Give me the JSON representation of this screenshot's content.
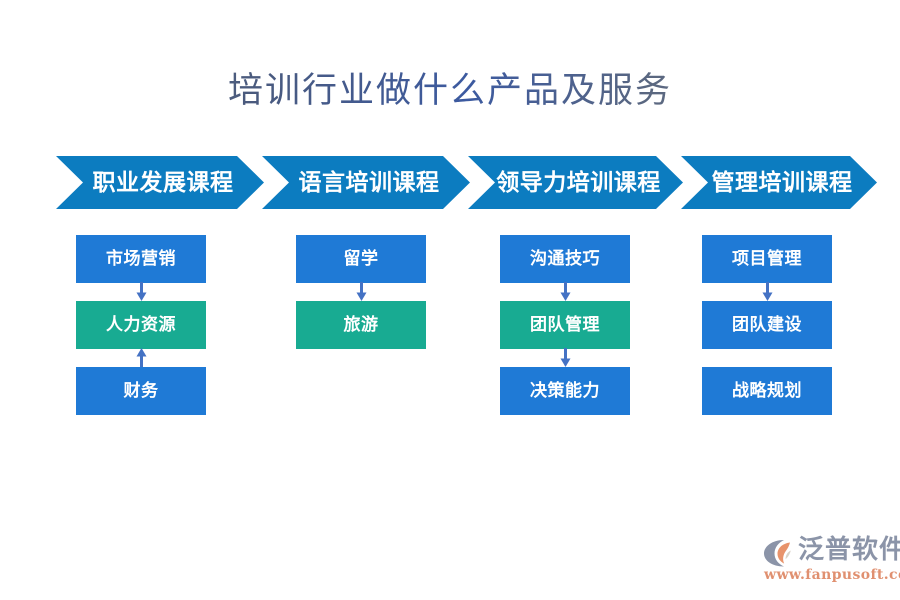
{
  "title": "培训行业做什么产品及服务",
  "colors": {
    "background": "#ffffff",
    "chevron_blue": "#0c7cc0",
    "box_blue": "#1f7ad6",
    "box_teal": "#18ab92",
    "arrow_blue": "#4472c4",
    "title_text": "#4a5a7d",
    "logo_wordmark": "#8b94a8",
    "logo_url": "#e09070",
    "logo_mark_primary": "#8b94a8",
    "logo_mark_accent": "#e8936b"
  },
  "chevrons": [
    {
      "label": "职业发展课程"
    },
    {
      "label": "语言培训课程"
    },
    {
      "label": "领导力培训课程"
    },
    {
      "label": "管理培训课程"
    }
  ],
  "columns": [
    {
      "heading": "职业发展课程",
      "nodes": [
        {
          "label": "市场营销",
          "color": "blue"
        },
        {
          "label": "人力资源",
          "color": "teal"
        },
        {
          "label": "财务",
          "color": "blue"
        }
      ],
      "connectors": [
        {
          "gap": 0,
          "direction": "down"
        },
        {
          "gap": 1,
          "direction": "up"
        }
      ]
    },
    {
      "heading": "语言培训课程",
      "nodes": [
        {
          "label": "留学",
          "color": "blue"
        },
        {
          "label": "旅游",
          "color": "teal"
        }
      ],
      "connectors": [
        {
          "gap": 0,
          "direction": "down"
        }
      ]
    },
    {
      "heading": "领导力培训课程",
      "nodes": [
        {
          "label": "沟通技巧",
          "color": "blue"
        },
        {
          "label": "团队管理",
          "color": "teal"
        },
        {
          "label": "决策能力",
          "color": "blue"
        }
      ],
      "connectors": [
        {
          "gap": 0,
          "direction": "down"
        },
        {
          "gap": 1,
          "direction": "down"
        }
      ]
    },
    {
      "heading": "管理培训课程",
      "nodes": [
        {
          "label": "项目管理",
          "color": "blue"
        },
        {
          "label": "团队建设",
          "color": "blue"
        },
        {
          "label": "战略规划",
          "color": "blue"
        }
      ],
      "connectors": [
        {
          "gap": 0,
          "direction": "down"
        }
      ]
    }
  ],
  "logo": {
    "mark": "fanpu-swoosh-icon",
    "wordmark": "泛普软件",
    "url": "www.fanpusoft.com"
  }
}
